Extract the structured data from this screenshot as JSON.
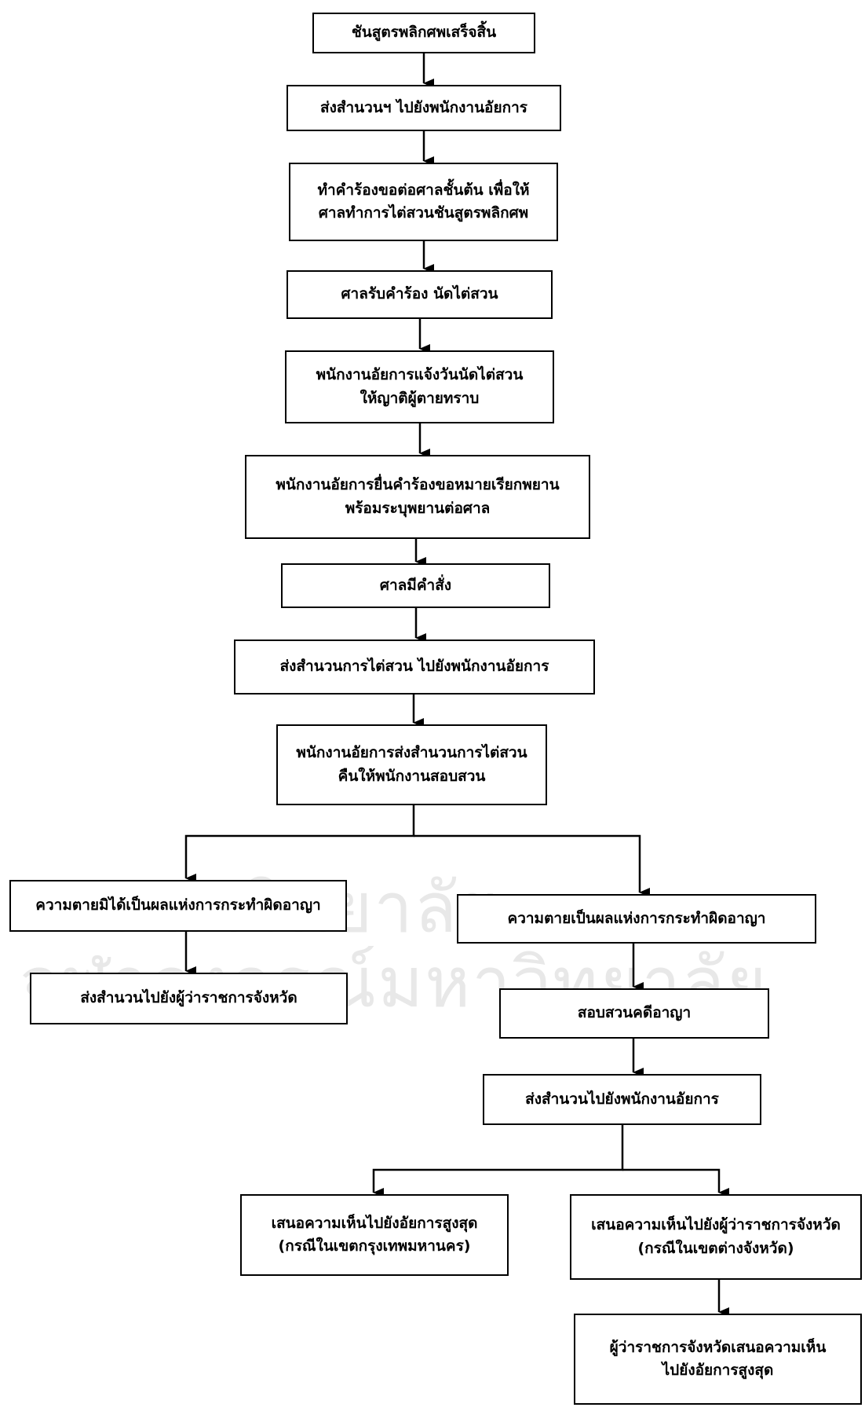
{
  "watermark": {
    "line1": "มหาวิทยาลัย",
    "line2": "จุฬาลงกรณ์มหาวิทยาลัย"
  },
  "flowchart": {
    "n1": {
      "lines": [
        "ชันสูตรพลิกศพเสร็จสิ้น"
      ]
    },
    "n2": {
      "lines": [
        "ส่งสำนวนฯ ไปยังพนักงานอัยการ"
      ]
    },
    "n3": {
      "lines": [
        "ทำคำร้องขอต่อศาลชั้นต้น เพื่อให้",
        "ศาลทำการไต่สวนชันสูตรพลิกศพ"
      ]
    },
    "n4": {
      "lines": [
        "ศาลรับคำร้อง  นัดไต่สวน"
      ]
    },
    "n5": {
      "lines": [
        "พนักงานอัยการแจ้งวันนัดไต่สวน",
        "ให้ญาติผู้ตายทราบ"
      ]
    },
    "n6": {
      "lines": [
        "พนักงานอัยการยื่นคำร้องขอหมายเรียกพยาน",
        "พร้อมระบุพยานต่อศาล"
      ]
    },
    "n7": {
      "lines": [
        "ศาลมีคำสั่ง"
      ]
    },
    "n8": {
      "lines": [
        "ส่งสำนวนการไต่สวน ไปยังพนักงานอัยการ"
      ]
    },
    "n9": {
      "lines": [
        "พนักงานอัยการส่งสำนวนการไต่สวน",
        "คืนให้พนักงานสอบสวน"
      ]
    },
    "n10": {
      "lines": [
        "ความตายมิได้เป็นผลแห่งการกระทำผิดอาญา"
      ]
    },
    "n11": {
      "lines": [
        "ส่งสำนวนไปยังผู้ว่าราชการจังหวัด"
      ]
    },
    "n12": {
      "lines": [
        "ความตายเป็นผลแห่งการกระทำผิดอาญา"
      ]
    },
    "n13": {
      "lines": [
        "สอบสวนคดีอาญา"
      ]
    },
    "n14": {
      "lines": [
        "ส่งสำนวนไปยังพนักงานอัยการ"
      ]
    },
    "n15": {
      "lines": [
        "เสนอความเห็นไปยังอัยการสูงสุด",
        "(กรณีในเขตกรุงเทพมหานคร)"
      ]
    },
    "n16": {
      "lines": [
        "เสนอความเห็นไปยังผู้ว่าราชการจังหวัด",
        "(กรณีในเขตต่างจังหวัด)"
      ]
    },
    "n17": {
      "lines": [
        "ผู้ว่าราชการจังหวัดเสนอความเห็น",
        "ไปยังอัยการสูงสุด"
      ]
    }
  }
}
